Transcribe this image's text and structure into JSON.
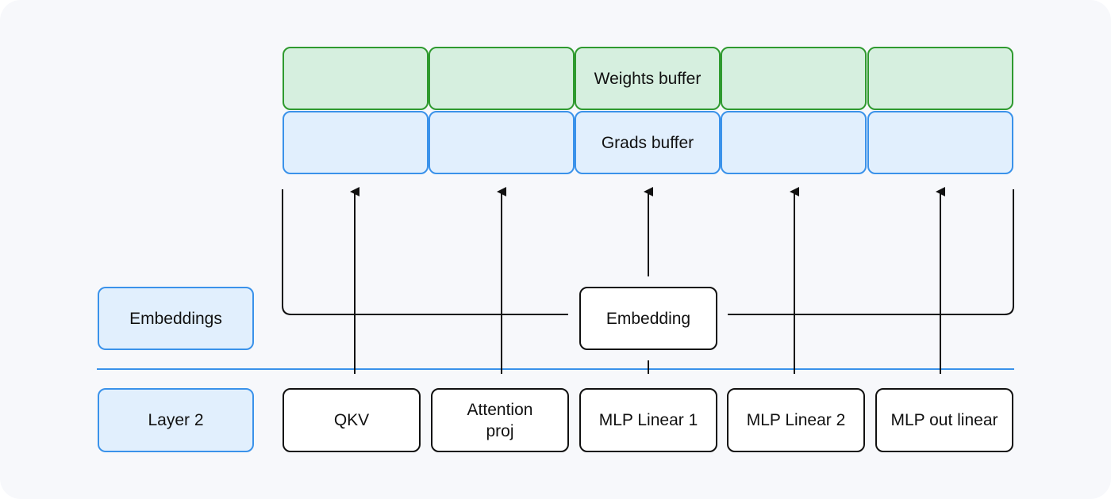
{
  "buffers": {
    "weights_label": "Weights buffer",
    "grads_label": "Grads buffer"
  },
  "rows": {
    "embeddings_label": "Embeddings",
    "layer_label": "Layer 2"
  },
  "embedding_op": "Embedding",
  "layer_ops": [
    {
      "label": "QKV"
    },
    {
      "label": "Attention\nproj"
    },
    {
      "label": "MLP Linear 1"
    },
    {
      "label": "MLP Linear 2"
    },
    {
      "label": "MLP out linear"
    }
  ],
  "colors": {
    "weights_fill": "#d6efdf",
    "weights_border": "#2f9a2f",
    "grads_fill": "#e1effd",
    "grads_border": "#3a92ea",
    "separator": "#3a92ea",
    "line": "#111111"
  }
}
